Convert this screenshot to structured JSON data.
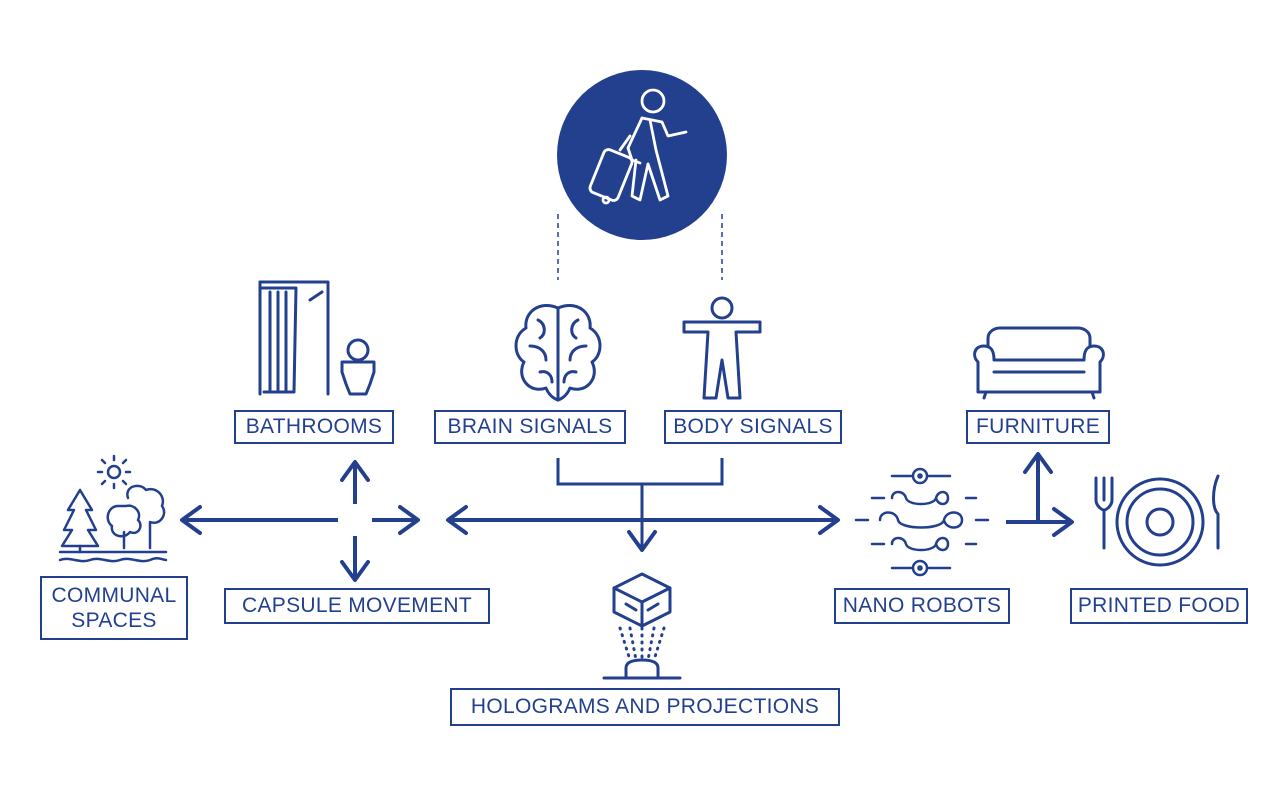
{
  "colors": {
    "primary": "#23408e",
    "background": "#ffffff"
  },
  "nodes": {
    "traveler": {
      "icon": "traveler-with-suitcase-icon"
    },
    "brain_signals": {
      "label": "BRAIN SIGNALS",
      "icon": "brain-icon"
    },
    "body_signals": {
      "label": "BODY SIGNALS",
      "icon": "human-body-icon"
    },
    "bathrooms": {
      "label": "BATHROOMS",
      "icon": "shower-toilet-icon"
    },
    "communal_spaces": {
      "label_line1": "COMMUNAL",
      "label_line2": "SPACES",
      "icon": "park-trees-icon"
    },
    "capsule_movement": {
      "label": "CAPSULE MOVEMENT",
      "icon": "four-way-arrows-icon"
    },
    "holograms": {
      "label": "HOLOGRAMS AND PROJECTIONS",
      "icon": "hologram-projector-icon"
    },
    "nano_robots": {
      "label": "NANO ROBOTS",
      "icon": "nano-robots-icon"
    },
    "furniture": {
      "label": "FURNITURE",
      "icon": "sofa-icon"
    },
    "printed_food": {
      "label": "PRINTED FOOD",
      "icon": "plate-cutlery-icon"
    }
  }
}
